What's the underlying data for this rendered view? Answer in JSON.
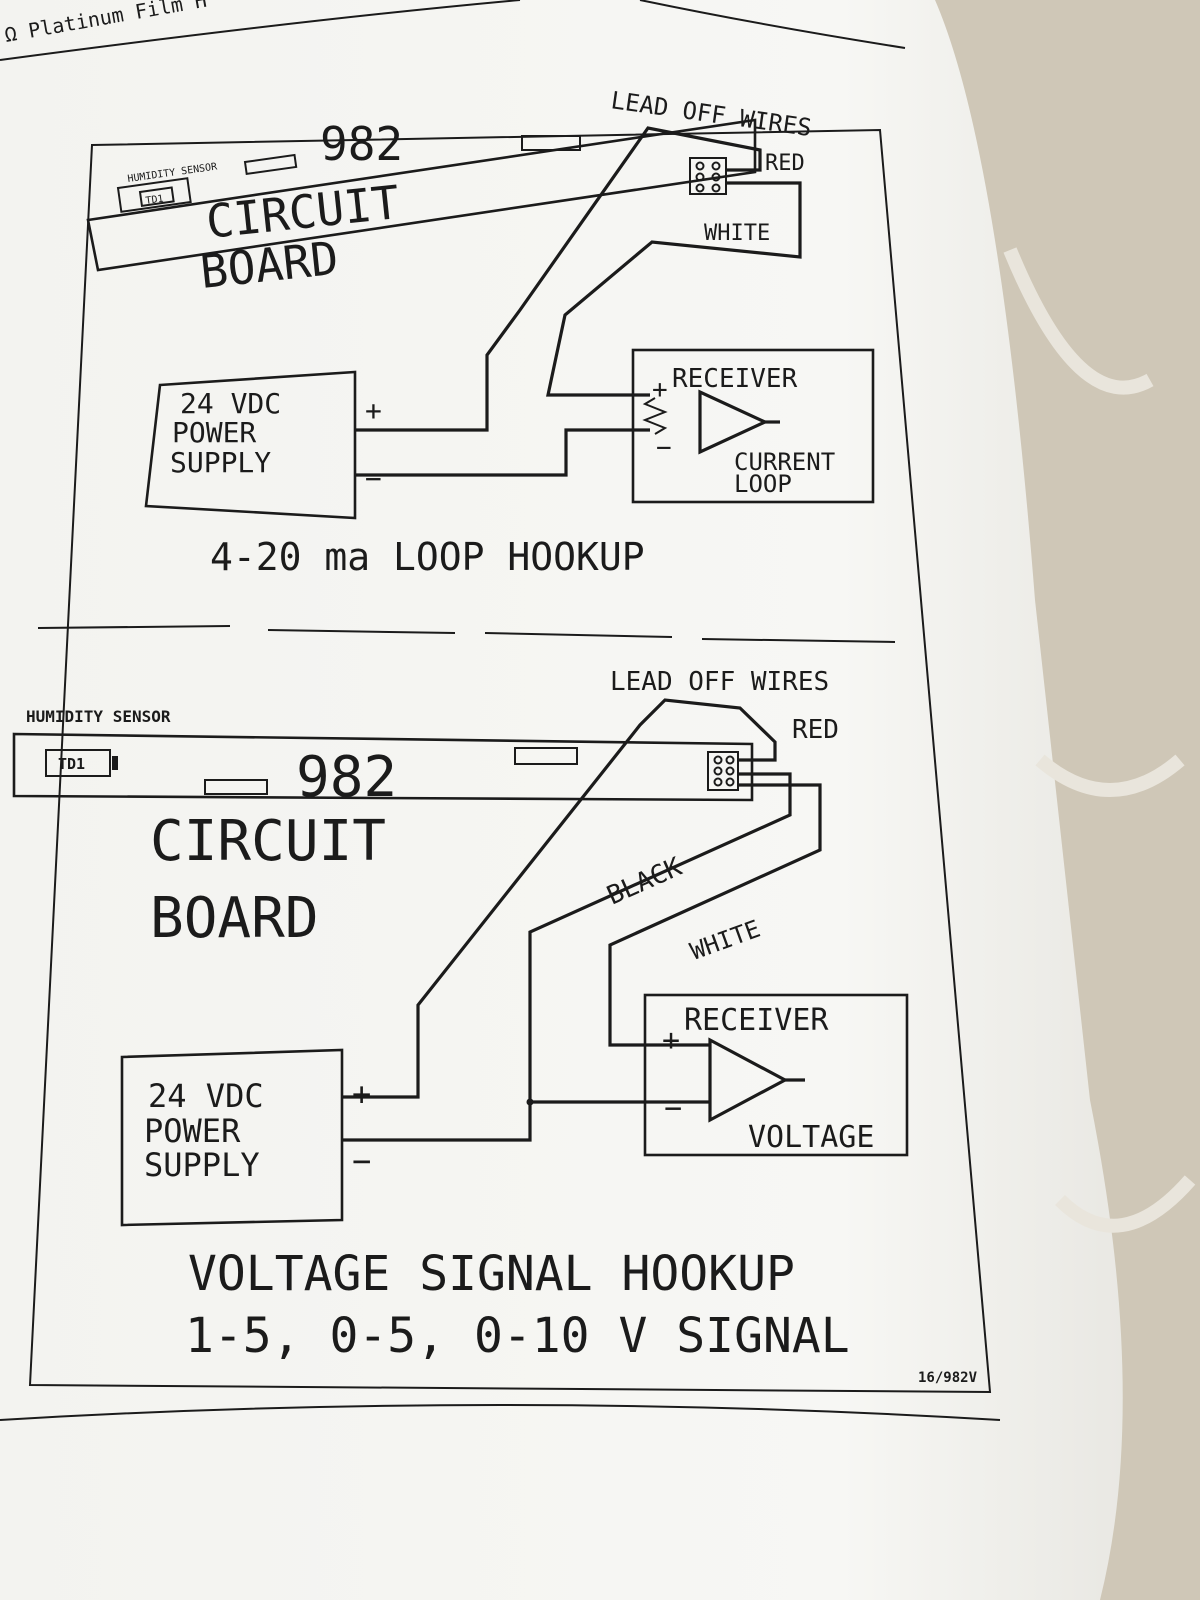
{
  "header_fragment": "Ω Platinum Film H",
  "footer_code": "16/982V",
  "colors": {
    "ink": "#1b1b1b",
    "paper": "#f6f6f3",
    "background": "#cfc7b7"
  },
  "loop_diagram": {
    "sensor_label": "HUMIDITY SENSOR",
    "sensor_id": "TD1",
    "board_model": "982",
    "board_line1": "CIRCUIT",
    "board_line2": "BOARD",
    "lead_off_label": "LEAD OFF WIRES",
    "red_label": "RED",
    "white_label": "WHITE",
    "receiver_label": "RECEIVER",
    "receiver_mode_line1": "CURRENT",
    "receiver_mode_line2": "LOOP",
    "power_line1": "24 VDC",
    "power_line2": "POWER",
    "power_line3": "SUPPLY",
    "plus": "+",
    "minus": "−",
    "title": "4-20 ma LOOP HOOKUP"
  },
  "voltage_diagram": {
    "sensor_label": "HUMIDITY SENSOR",
    "sensor_id": "TD1",
    "board_model": "982",
    "board_line1": "CIRCUIT",
    "board_line2": "BOARD",
    "lead_off_label": "LEAD OFF WIRES",
    "red_label": "RED",
    "black_label": "BLACK",
    "white_label": "WHITE",
    "receiver_label": "RECEIVER",
    "receiver_mode": "VOLTAGE",
    "power_line1": "24 VDC",
    "power_line2": "POWER",
    "power_line3": "SUPPLY",
    "plus": "+",
    "minus": "−",
    "title_line1": "VOLTAGE SIGNAL HOOKUP",
    "title_line2": "1-5, 0-5, 0-10 V SIGNAL"
  }
}
